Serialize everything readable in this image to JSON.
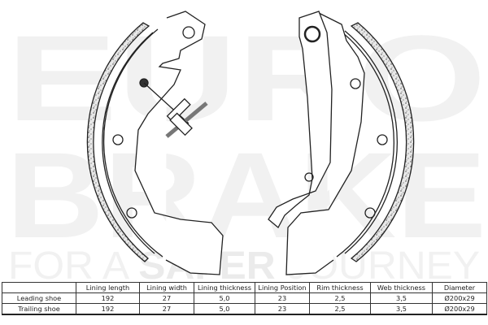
{
  "watermark": {
    "line1": "EURO",
    "line2": "BRAKE",
    "tagline_parts": [
      "FOR A ",
      "SAFER",
      " JOURNEY"
    ],
    "color": "#f1f1f1",
    "bold_color": "#ebebeb"
  },
  "drawing": {
    "subject": "Brake shoe set (leading and trailing shoes)",
    "line_color": "#222222",
    "lining_fill": "#e4e4e4"
  },
  "table": {
    "columns": [
      "",
      "Lining length",
      "Lining width",
      "Lining thickness",
      "Lining Position",
      "Rim thickness",
      "Web thickness",
      "Diameter"
    ],
    "rows": [
      {
        "label": "Leading shoe",
        "values": [
          "192",
          "27",
          "5,0",
          "23",
          "2,5",
          "3,5",
          "Ø200x29"
        ]
      },
      {
        "label": "Trailing shoe",
        "values": [
          "192",
          "27",
          "5,0",
          "23",
          "2,5",
          "3,5",
          "Ø200x29"
        ]
      }
    ]
  }
}
